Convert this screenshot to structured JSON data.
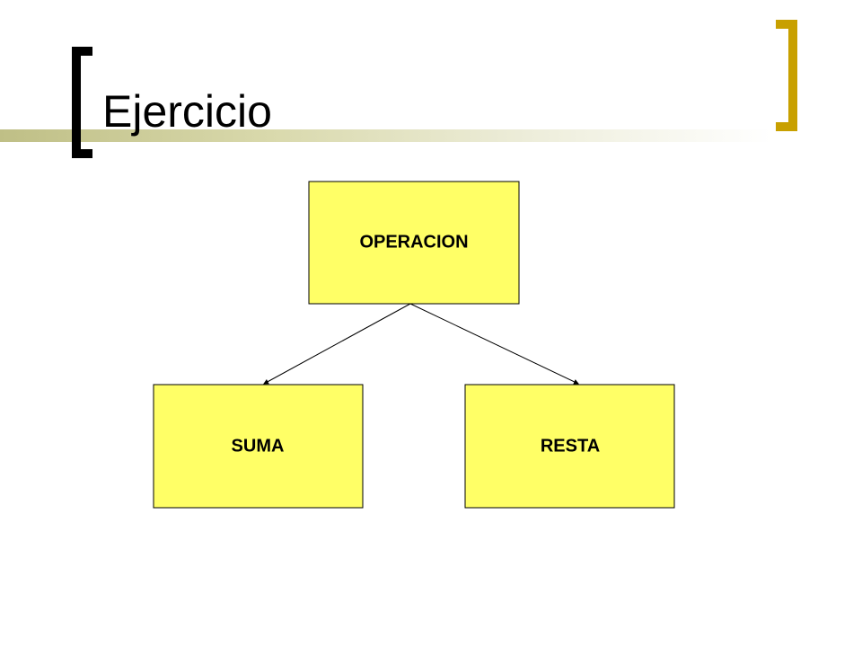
{
  "slide": {
    "title": "Ejercicio"
  },
  "colors": {
    "box_fill": "#ffff66",
    "box_stroke": "#000000",
    "left_bracket": "#000000",
    "right_bracket": "#c8a000",
    "title_band": "#bfbf86"
  },
  "diagram": {
    "nodes": {
      "root": {
        "label": "OPERACION"
      },
      "left_child": {
        "label": "SUMA"
      },
      "right_child": {
        "label": "RESTA"
      }
    },
    "edges": [
      {
        "from": "root",
        "to": "left_child"
      },
      {
        "from": "root",
        "to": "right_child"
      }
    ]
  }
}
